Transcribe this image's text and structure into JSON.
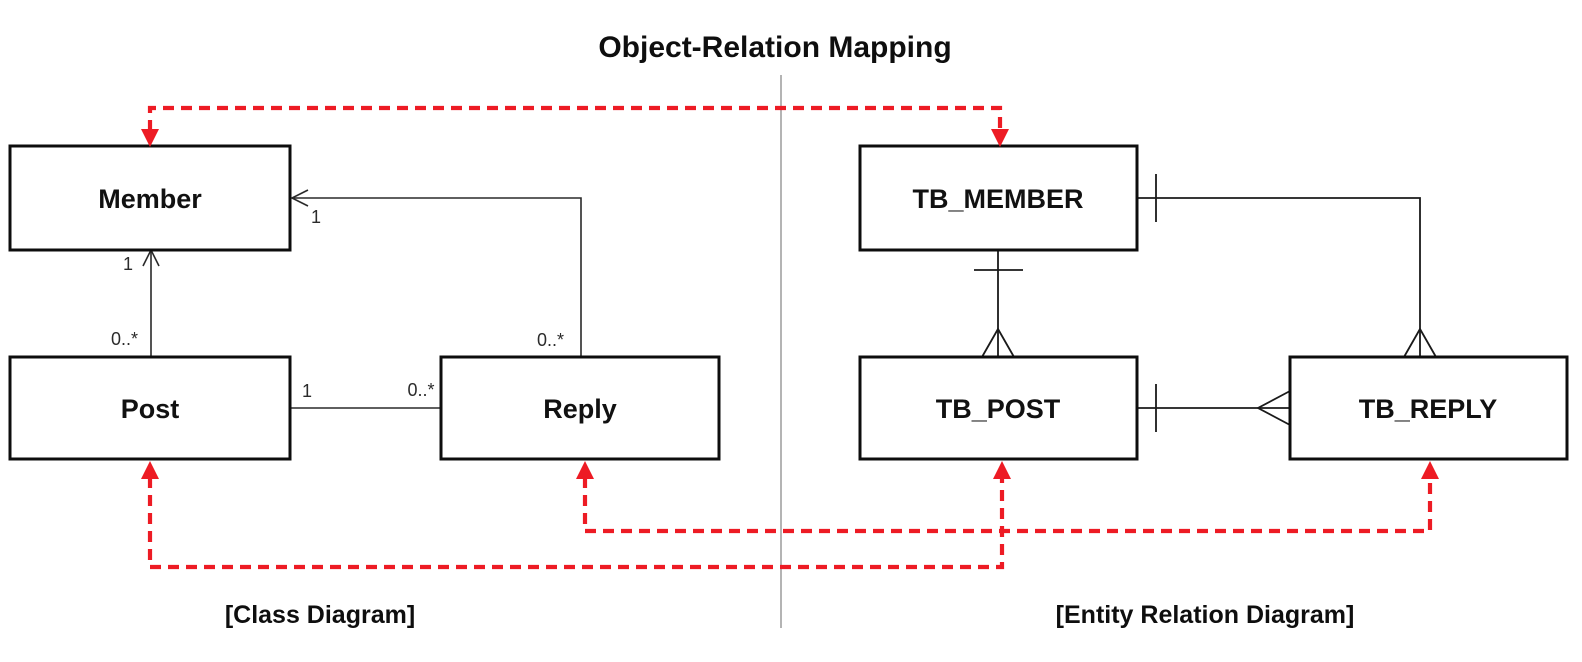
{
  "title": "Object-Relation Mapping",
  "captions": {
    "left": "[Class Diagram]",
    "right": "[Entity Relation Diagram]"
  },
  "class_diagram": {
    "classes": [
      {
        "name": "Member"
      },
      {
        "name": "Post"
      },
      {
        "name": "Reply"
      }
    ],
    "associations": [
      {
        "from": "Post",
        "to": "Member",
        "from_card": "0..*",
        "to_card": "1"
      },
      {
        "from": "Reply",
        "to": "Member",
        "from_card": "0..*",
        "to_card": "1"
      },
      {
        "from": "Post",
        "to": "Reply",
        "from_card": "1",
        "to_card": "0..*"
      }
    ]
  },
  "er_diagram": {
    "tables": [
      {
        "name": "TB_MEMBER"
      },
      {
        "name": "TB_POST"
      },
      {
        "name": "TB_REPLY"
      }
    ],
    "relations": [
      {
        "from": "TB_MEMBER",
        "to": "TB_POST",
        "type": "one-to-many"
      },
      {
        "from": "TB_MEMBER",
        "to": "TB_REPLY",
        "type": "one-to-many"
      },
      {
        "from": "TB_POST",
        "to": "TB_REPLY",
        "type": "one-to-many"
      }
    ]
  },
  "mappings": [
    {
      "from": "Member",
      "to": "TB_MEMBER"
    },
    {
      "from": "Post",
      "to": "TB_POST"
    },
    {
      "from": "Reply",
      "to": "TB_REPLY"
    }
  ],
  "colors": {
    "mapping": "#ed1b24",
    "line": "#1a1a1a",
    "divider": "#9b9b9b"
  }
}
